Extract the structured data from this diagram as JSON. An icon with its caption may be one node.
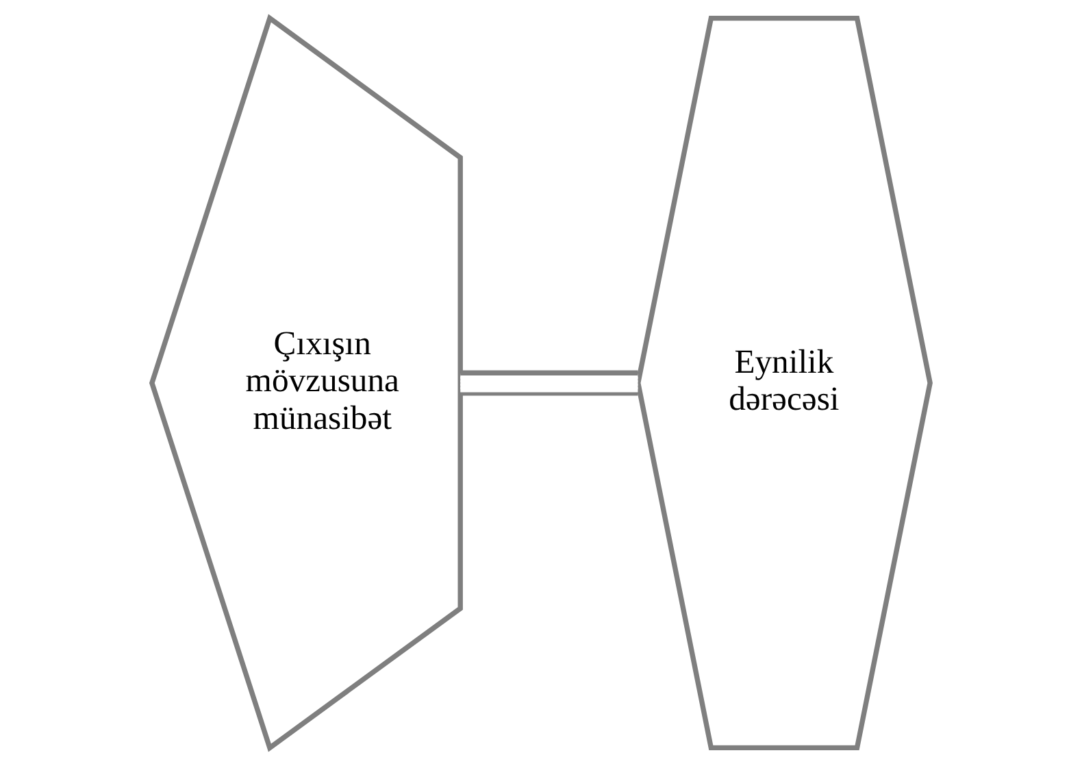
{
  "diagram": {
    "nodes": [
      {
        "text": [
          "Çıxışın mövzusuna münasibət"
        ]
      },
      {
        "text": [
          "Eynilik dərəcəsi"
        ]
      }
    ],
    "edges": [
      {
        "from": 0,
        "to": 1,
        "arrow": "none"
      }
    ]
  }
}
